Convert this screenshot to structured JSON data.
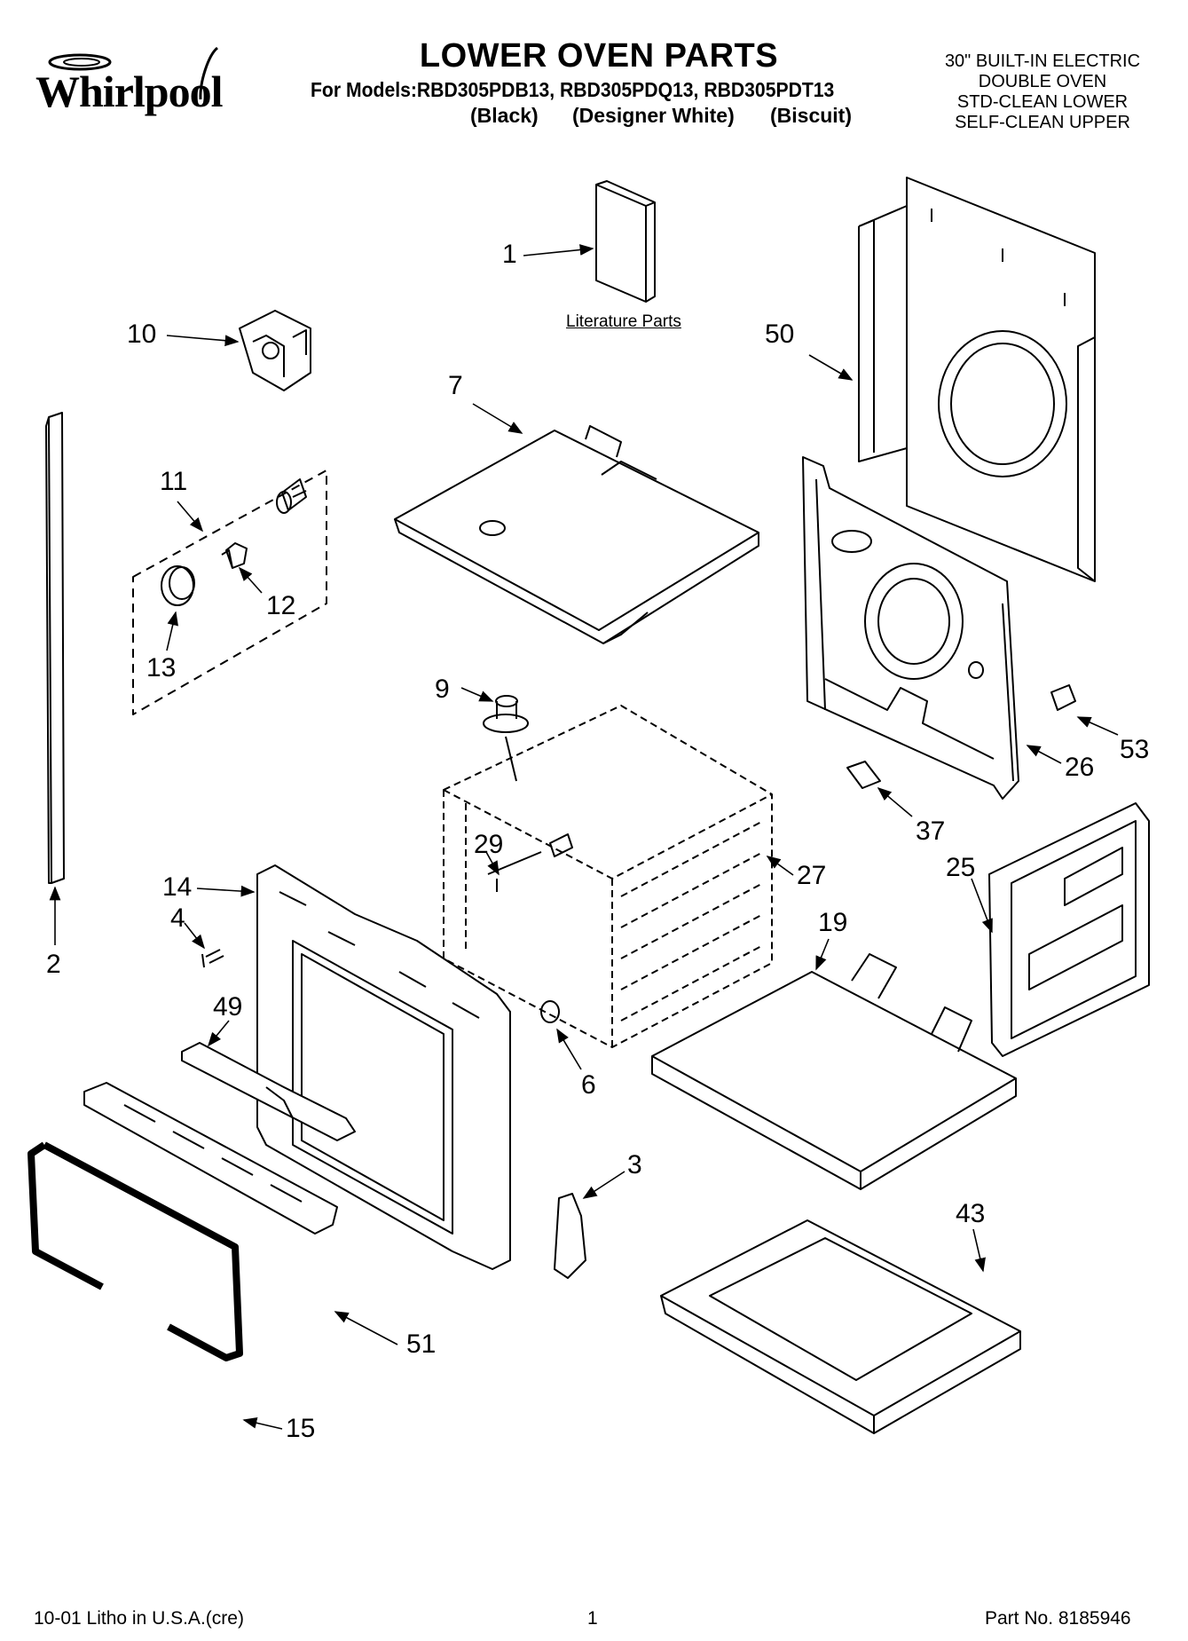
{
  "header": {
    "brand": "Whirlpool",
    "title": "LOWER OVEN PARTS",
    "models_line": "For Models:RBD305PDB13, RBD305PDQ13, RBD305PDT13",
    "finishes": [
      "(Black)",
      "(Designer White)",
      "(Biscuit)"
    ],
    "product_lines": [
      "30\" BUILT-IN ELECTRIC",
      "DOUBLE OVEN",
      "STD-CLEAN LOWER",
      "SELF-CLEAN UPPER"
    ]
  },
  "diagram": {
    "literature_label": "Literature Parts",
    "callouts": [
      "1",
      "10",
      "50",
      "7",
      "11",
      "12",
      "13",
      "2",
      "9",
      "26",
      "53",
      "37",
      "14",
      "4",
      "29",
      "27",
      "25",
      "19",
      "49",
      "6",
      "3",
      "43",
      "51",
      "15"
    ]
  },
  "footer": {
    "litho": "10-01 Litho in U.S.A.(cre)",
    "page": "1",
    "part_no": "Part No. 8185946"
  }
}
